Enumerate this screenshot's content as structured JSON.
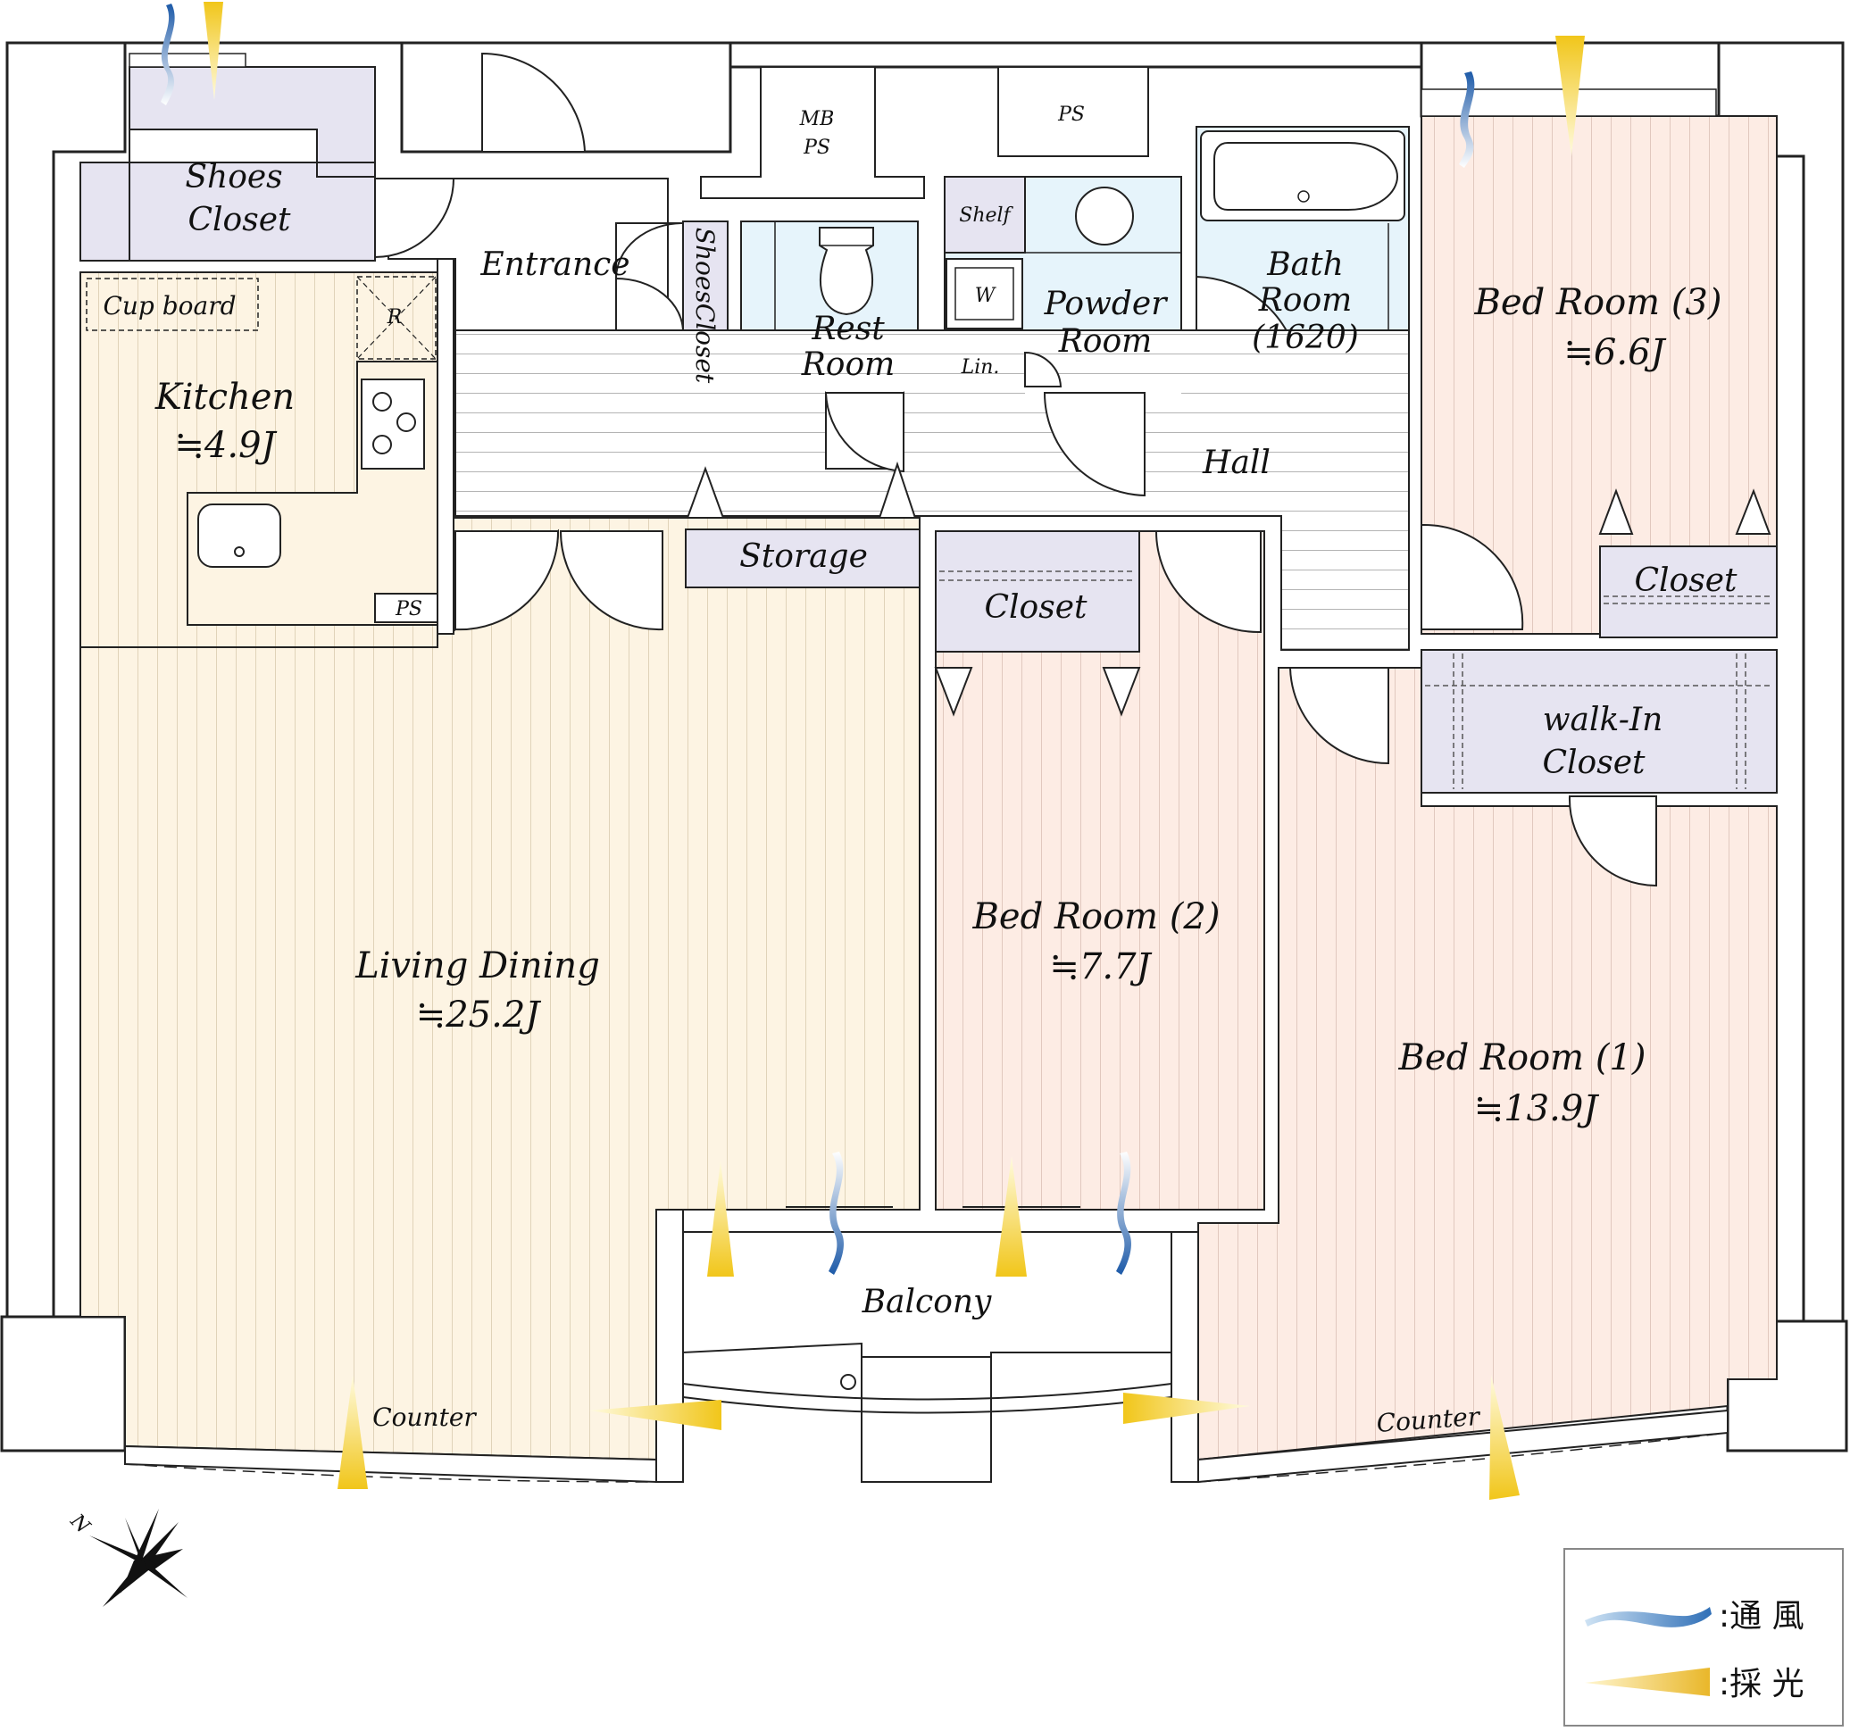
{
  "rooms": {
    "shoes_closet": {
      "line1": "Shoes",
      "line2": "Closet"
    },
    "entrance": "Entrance",
    "shoes_closet_small": "ShoesCloset",
    "mb_ps": {
      "line1": "MB",
      "line2": "PS"
    },
    "ps_top": "PS",
    "rest_room": {
      "line1": "Rest",
      "line2": "Room"
    },
    "shelf": "Shelf",
    "washer": "W",
    "linen": "Lin.",
    "powder_room": {
      "line1": "Powder",
      "line2": "Room"
    },
    "bath_room": {
      "line1": "Bath",
      "line2": "Room",
      "line3": "(1620)"
    },
    "bed_room_3": {
      "name": "Bed Room (3)",
      "area": "≒6.6J"
    },
    "cup_board": "Cup  board",
    "refrigerator": "R",
    "kitchen": {
      "name": "Kitchen",
      "area": "≒4.9J"
    },
    "ps_kitchen": "PS",
    "hall": "Hall",
    "storage": "Storage",
    "closet_bed2": "Closet",
    "closet_bed3": "Closet",
    "walk_in_closet": {
      "line1": "walk-In",
      "line2": "Closet"
    },
    "living_dining": {
      "name": "Living Dining",
      "area": "≒25.2J"
    },
    "bed_room_2": {
      "name": "Bed Room (2)",
      "area": "≒7.7J"
    },
    "bed_room_1": {
      "name": "Bed Room (1)",
      "area": "≒13.9J"
    },
    "balcony": "Balcony",
    "counter_left": "Counter",
    "counter_right": "Counter"
  },
  "compass": {
    "north": "N"
  },
  "legend": {
    "ventilation": ":通 風",
    "daylight": ":採 光"
  },
  "colors": {
    "living": "#fdf4e3",
    "bedroom": "#fdece4",
    "storage": "#e6e4f1",
    "wet": "#e6f4fb",
    "floor_line": "#c9bfa8",
    "wind": "#2f6fb7",
    "light": "#f3cf2a"
  }
}
